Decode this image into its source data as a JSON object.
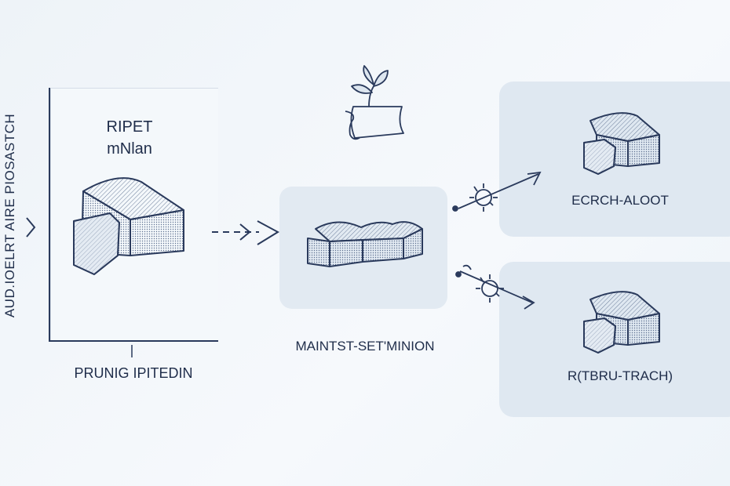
{
  "vertical_label": "AUD.IOELRT AIRE PIOSASTCH",
  "left_panel": {
    "title_line1": "RIPET",
    "title_line2": "mNlan",
    "caption": "PRUNIG IPITEDIN"
  },
  "center": {
    "caption": "MAINTST-SET'MINION"
  },
  "outputs": [
    {
      "label": "ECRCH-ALOOT"
    },
    {
      "label": "R(TBRU-TRACH)"
    }
  ],
  "colors": {
    "ink": "#2a3a5c",
    "panel": "#dfe8f1",
    "background": "#eef3f8"
  }
}
